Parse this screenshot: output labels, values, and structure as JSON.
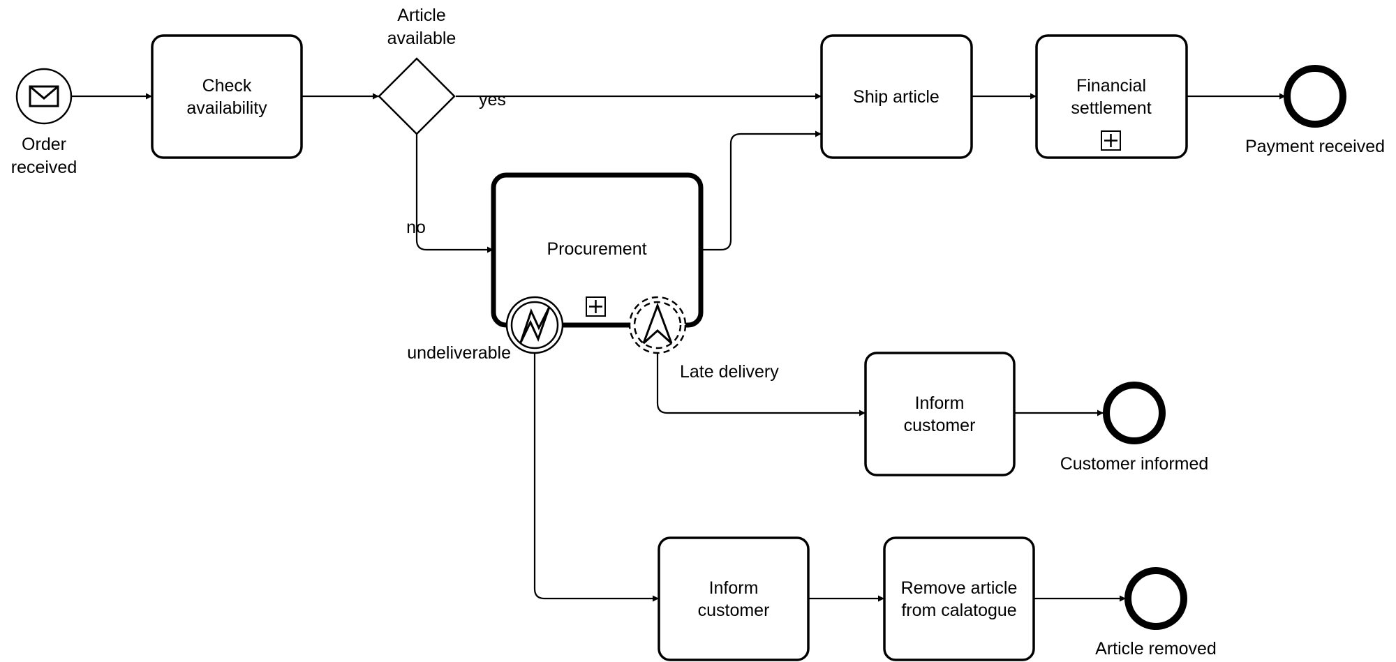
{
  "events": {
    "order_received": [
      "Order",
      "received"
    ],
    "payment_received": "Payment received",
    "customer_informed": "Customer informed",
    "article_removed": "Article removed",
    "undeliverable": "undeliverable",
    "late_delivery": "Late delivery"
  },
  "gateway": {
    "label": [
      "Article",
      "available"
    ],
    "yes": "yes",
    "no": "no"
  },
  "tasks": {
    "check_availability": [
      "Check",
      "availability"
    ],
    "ship_article": "Ship article",
    "financial_settlement": [
      "Financial",
      "settlement"
    ],
    "procurement": "Procurement",
    "inform_customer_late": [
      "Inform",
      "customer"
    ],
    "inform_customer_undeliverable": [
      "Inform",
      "customer"
    ],
    "remove_article": [
      "Remove article",
      "from calatogue"
    ]
  },
  "icons": {
    "start_event": "envelope-icon",
    "error_event": "lightning-icon",
    "escalation_event": "escalation-arrow-icon",
    "subprocess_marker": "plus-box-icon"
  }
}
